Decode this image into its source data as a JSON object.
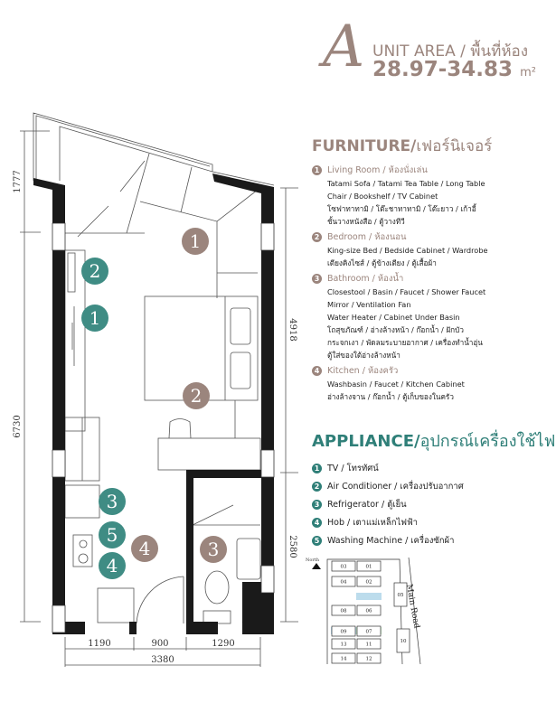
{
  "header": {
    "letter": "A",
    "label": "UNIT AREA / พื้นที่ห้อง",
    "area": "28.97-34.83",
    "unit": "m²"
  },
  "furniture": {
    "title": "FURNITURE/",
    "title_th": "เฟอร์นิเจอร์",
    "items": [
      {
        "num": "1",
        "name": "Living Room / ห้องนั่งเล่น",
        "lines": [
          "Tatami Sofa / Tatami Tea Table / Long Table",
          "Chair / Bookshelf / TV Cabinet",
          "โซฟาทาทามิ / โต๊ะชาทาทามิ / โต๊ะยาว / เก้าอี้",
          "ชั้นวางหนังสือ / ตู้วางทีวี"
        ]
      },
      {
        "num": "2",
        "name": "Bedroom / ห้องนอน",
        "lines": [
          "King-size Bed / Bedside Cabinet / Wardrobe",
          "เตียงคิงไซส์ / ตู้ข้างเตียง / ตู้เสื้อผ้า"
        ]
      },
      {
        "num": "3",
        "name": "Bathroom / ห้องน้ำ",
        "lines": [
          "Closestool / Basin / Faucet / Shower Faucet",
          "Mirror / Ventilation Fan",
          "Water Heater / Cabinet Under Basin",
          "โถสุขภัณฑ์ / อ่างล้างหน้า / ก๊อกน้ำ / ฝักบัว",
          "กระจกเงา / พัดลมระบายอากาศ / เครื่องทำน้ำอุ่น",
          "ตู้ใส่ของใต้อ่างล้างหน้า"
        ]
      },
      {
        "num": "4",
        "name": "Kitchen / ห้องครัว",
        "lines": [
          "Washbasin / Faucet / Kitchen Cabinet",
          "อ่างล้างจาน / ก๊อกน้ำ / ตู้เก็บของในครัว"
        ]
      }
    ]
  },
  "appliance": {
    "title": "APPLIANCE/",
    "title_th": "อุปกรณ์เครื่องใช้ไฟฟ้า",
    "items": [
      {
        "num": "1",
        "name": "TV / โทรทัศน์"
      },
      {
        "num": "2",
        "name": "Air Conditioner / เครื่องปรับอากาศ"
      },
      {
        "num": "3",
        "name": "Refrigerator / ตู้เย็น"
      },
      {
        "num": "4",
        "name": "Hob / เตาแม่เหล็กไฟฟ้า"
      },
      {
        "num": "5",
        "name": "Washing Machine / เครื่องซักผ้า"
      }
    ]
  },
  "plan": {
    "dims": {
      "left_top": "1777",
      "left_bottom": "6730",
      "right_top": "4918",
      "right_bottom": "2580",
      "bottom_1": "1190",
      "bottom_2": "900",
      "bottom_3": "1290",
      "bottom_total": "3380"
    },
    "furniture_markers": [
      "1",
      "2",
      "3",
      "4"
    ],
    "appliance_markers": [
      "1",
      "2",
      "3",
      "4",
      "5"
    ]
  },
  "site_map": {
    "north_label": "North",
    "road_label": "Main Road",
    "units": [
      "03",
      "01",
      "04",
      "02",
      "05",
      "08",
      "06",
      "09",
      "07",
      "10",
      "13",
      "11",
      "14",
      "12"
    ]
  },
  "colors": {
    "furniture": "#9b857d",
    "appliance": "#2f7f78",
    "wall": "#1a1a1a",
    "highlight_blue": "#bcdcec",
    "highlight_green": "#c5e6c5"
  }
}
